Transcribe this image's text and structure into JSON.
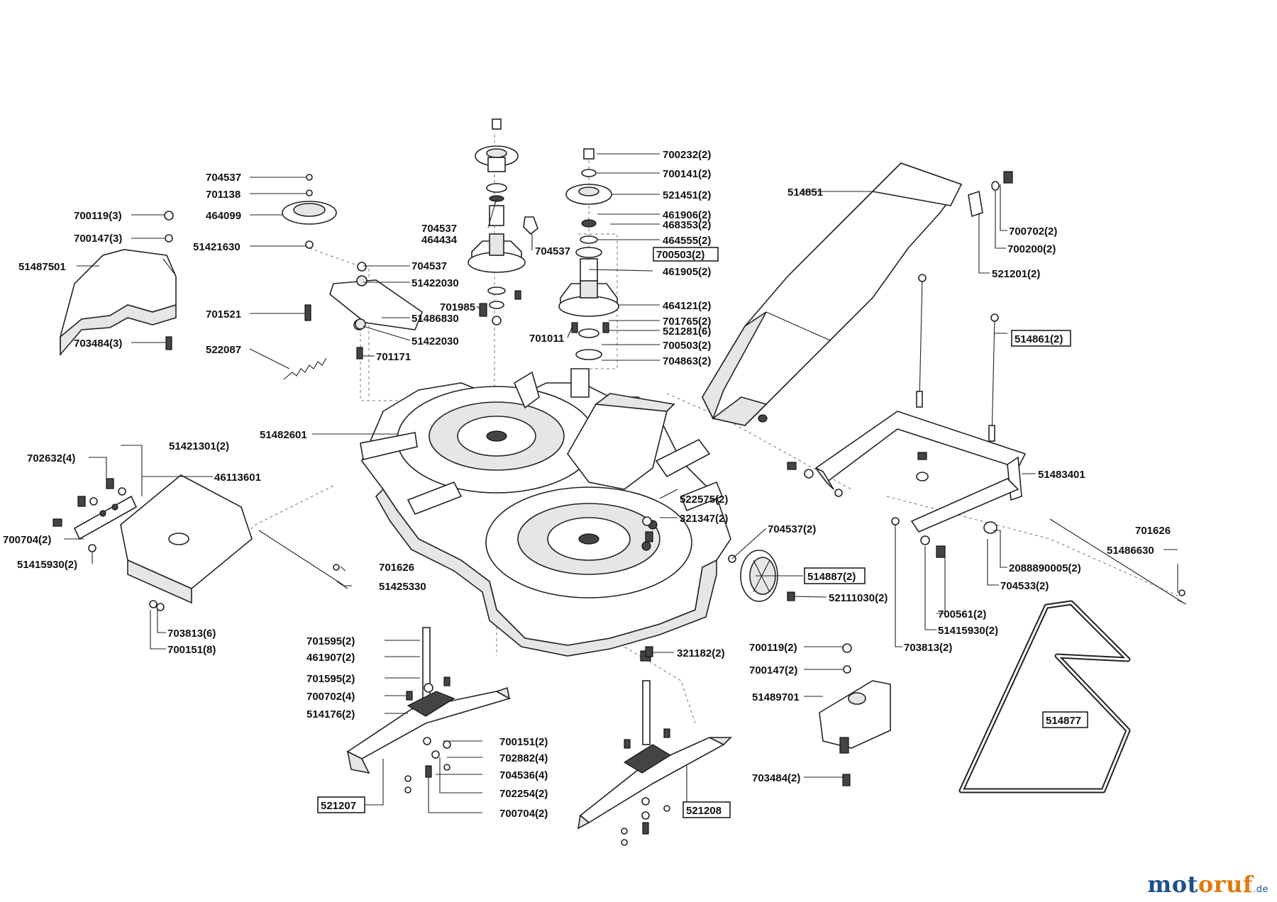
{
  "watermark": {
    "part1": "mot",
    "part2": "oruf",
    "tld": ".de"
  },
  "labels": {
    "l704537a": "704537",
    "l701138": "701138",
    "l464099": "464099",
    "l51421630": "51421630",
    "l700119_3": "700119(3)",
    "l700147_3": "700147(3)",
    "l51487501": "51487501",
    "l703484_3": "703484(3)",
    "l704537b": "704537",
    "l51422030a": "51422030",
    "l701521": "701521",
    "l51486830": "51486830",
    "l51422030b": "51422030",
    "l522087": "522087",
    "l701171": "701171",
    "l704537c": "704537",
    "l464434": "464434",
    "l704537d": "704537",
    "l701985": "701985",
    "l701011": "701011",
    "l700232_2": "700232(2)",
    "l700141_2": "700141(2)",
    "l521451_2": "521451(2)",
    "l461906_2": "461906(2)",
    "l468353_2": "468353(2)",
    "l464555_2": "464555(2)",
    "l700503_2a": "700503(2)",
    "l461905_2": "461905(2)",
    "l464121_2": "464121(2)",
    "l701765_2": "701765(2)",
    "l521281_6": "521281(6)",
    "l700503_2b": "700503(2)",
    "l704863_2": "704863(2)",
    "l514851": "514851",
    "l700702_2a": "700702(2)",
    "l700200_2": "700200(2)",
    "l521201_2": "521201(2)",
    "l514861_2": "514861(2)",
    "l51482601": "51482601",
    "l51483401": "51483401",
    "l702632_4": "702632(4)",
    "l51421301_2": "51421301(2)",
    "l46113601": "46113601",
    "l700704_2a": "700704(2)",
    "l51415930_2a": "51415930(2)",
    "l701626a": "701626",
    "l51425330": "51425330",
    "l703813_6": "703813(6)",
    "l700151_8": "700151(8)",
    "l522575_2": "522575(2)",
    "l321347_2": "321347(2)",
    "l704537_2": "704537(2)",
    "l514887_2": "514887(2)",
    "l52111030_2": "52111030(2)",
    "l2088890005_2": "2088890005(2)",
    "l704533_2": "704533(2)",
    "l700561_2": "700561(2)",
    "l51415930_2b": "51415930(2)",
    "l703813_2": "703813(2)",
    "l701626b": "701626",
    "l51486630": "51486630",
    "l701595_2a": "701595(2)",
    "l461907_2": "461907(2)",
    "l701595_2b": "701595(2)",
    "l700702_4": "700702(4)",
    "l514176_2": "514176(2)",
    "l700151_2": "700151(2)",
    "l702882_4": "702882(4)",
    "l704536_4": "704536(4)",
    "l702254_2": "702254(2)",
    "l700704_2b": "700704(2)",
    "l521207": "521207",
    "l321182_2": "321182(2)",
    "l700119_2": "700119(2)",
    "l700147_2": "700147(2)",
    "l51489701": "51489701",
    "l703484_2": "703484(2)",
    "l521208": "521208",
    "l514877": "514877"
  }
}
